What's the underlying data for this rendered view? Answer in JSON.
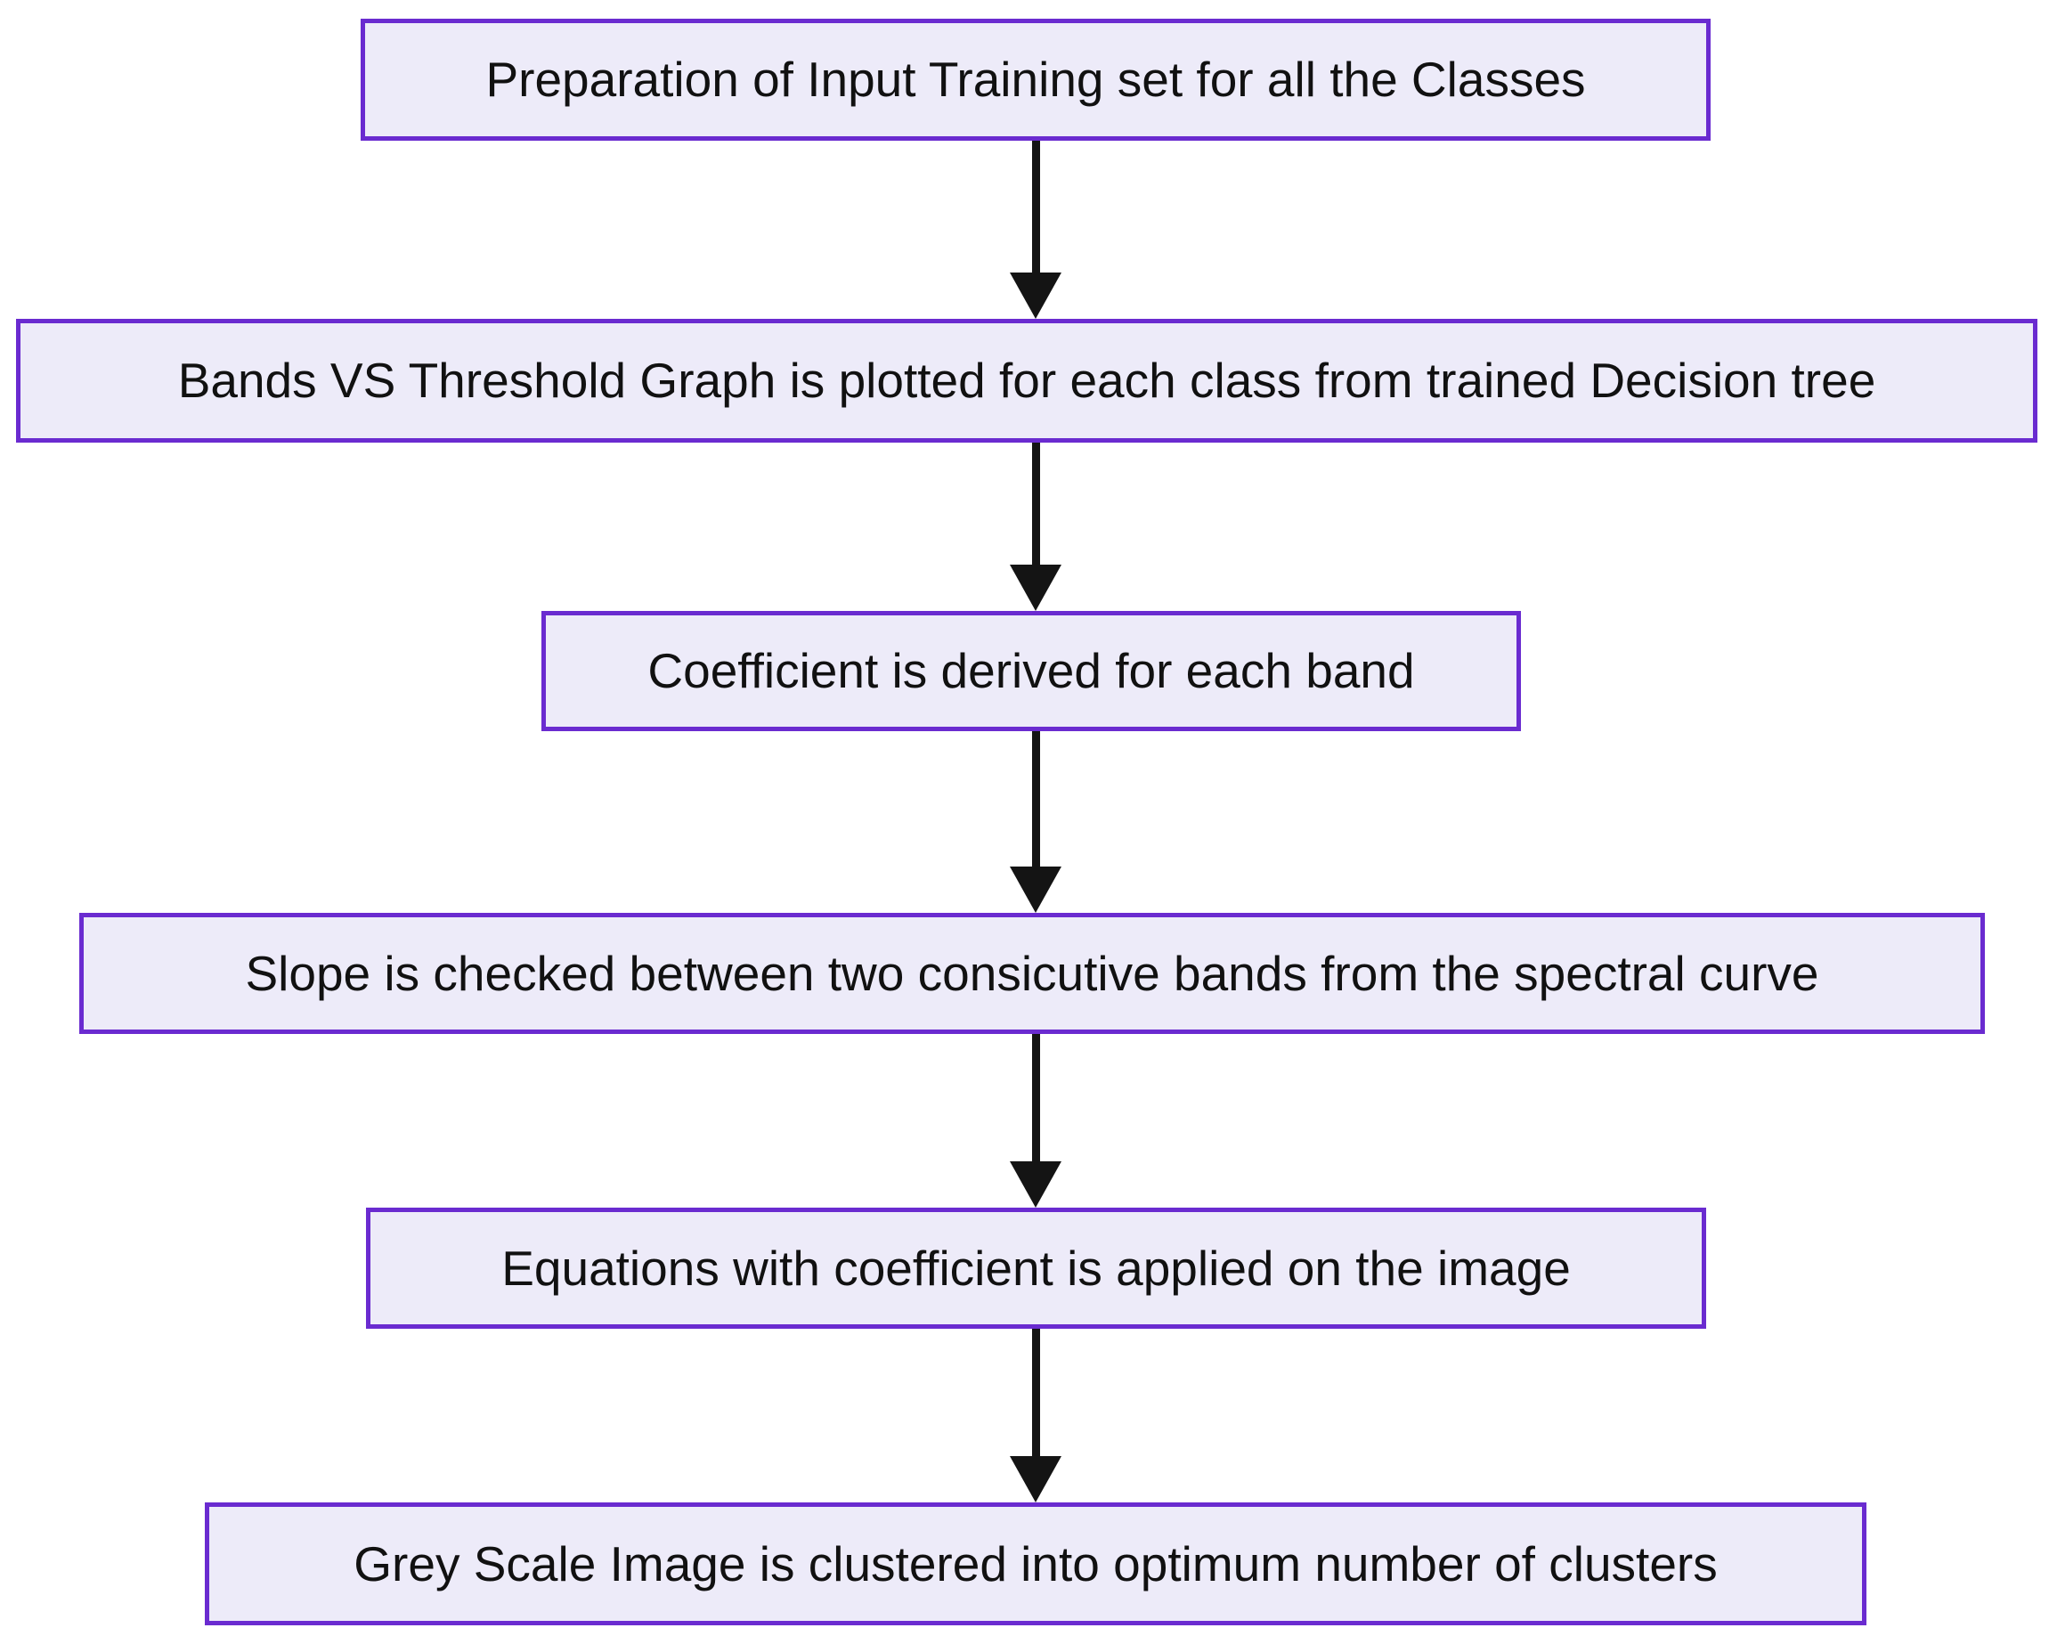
{
  "diagram": {
    "type": "flowchart",
    "direction": "top-down",
    "colors": {
      "node_border": "#6a2bd0",
      "node_fill": "#edebf9",
      "arrow": "#141414",
      "text": "#111111",
      "background": "#ffffff"
    },
    "nodes": [
      {
        "id": "step-1",
        "label": "Preparation of Input Training set for all the Classes"
      },
      {
        "id": "step-2",
        "label": "Bands VS Threshold Graph is plotted for each class from trained Decision tree"
      },
      {
        "id": "step-3",
        "label": "Coefficient is derived for each band"
      },
      {
        "id": "step-4",
        "label": "Slope is checked between two consicutive bands from the spectral curve"
      },
      {
        "id": "step-5",
        "label": "Equations with coefficient is applied on the image"
      },
      {
        "id": "step-6",
        "label": "Grey Scale Image is clustered into optimum number of clusters"
      }
    ],
    "edges": [
      {
        "from": "step-1",
        "to": "step-2"
      },
      {
        "from": "step-2",
        "to": "step-3"
      },
      {
        "from": "step-3",
        "to": "step-4"
      },
      {
        "from": "step-4",
        "to": "step-5"
      },
      {
        "from": "step-5",
        "to": "step-6"
      }
    ]
  }
}
